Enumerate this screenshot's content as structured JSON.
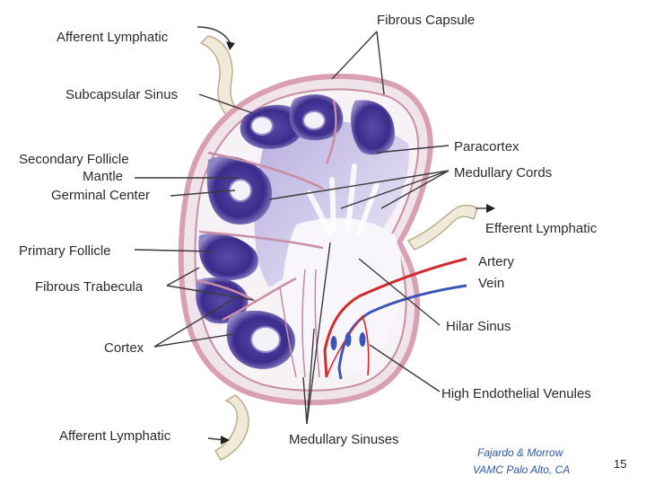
{
  "labels": {
    "afferent_lymphatic_top": "Afferent Lymphatic",
    "fibrous_capsule": "Fibrous Capsule",
    "subcapsular_sinus": "Subcapsular Sinus",
    "secondary_follicle": "Secondary Follicle",
    "mantle": "Mantle",
    "germinal_center": "Germinal Center",
    "primary_follicle": "Primary Follicle",
    "fibrous_trabecula": "Fibrous Trabecula",
    "cortex": "Cortex",
    "afferent_lymphatic_bottom": "Afferent Lymphatic",
    "paracortex": "Paracortex",
    "medullary_cords": "Medullary Cords",
    "efferent_lymphatic": "Efferent Lymphatic",
    "artery": "Artery",
    "vein": "Vein",
    "hilar_sinus": "Hilar Sinus",
    "high_endothelial_venules": "High Endothelial Venules",
    "medullary_sinuses": "Medullary Sinuses"
  },
  "credit": {
    "line1": "Fajardo & Morrow",
    "line2": "VAMC Palo Alto, CA"
  },
  "page_number": "15",
  "colors": {
    "capsule": "#d9a0b2",
    "follicle": "#3d2f8f",
    "paracortex": "#cfc6e6",
    "artery": "#d22a2a",
    "vein": "#3b55b8"
  }
}
